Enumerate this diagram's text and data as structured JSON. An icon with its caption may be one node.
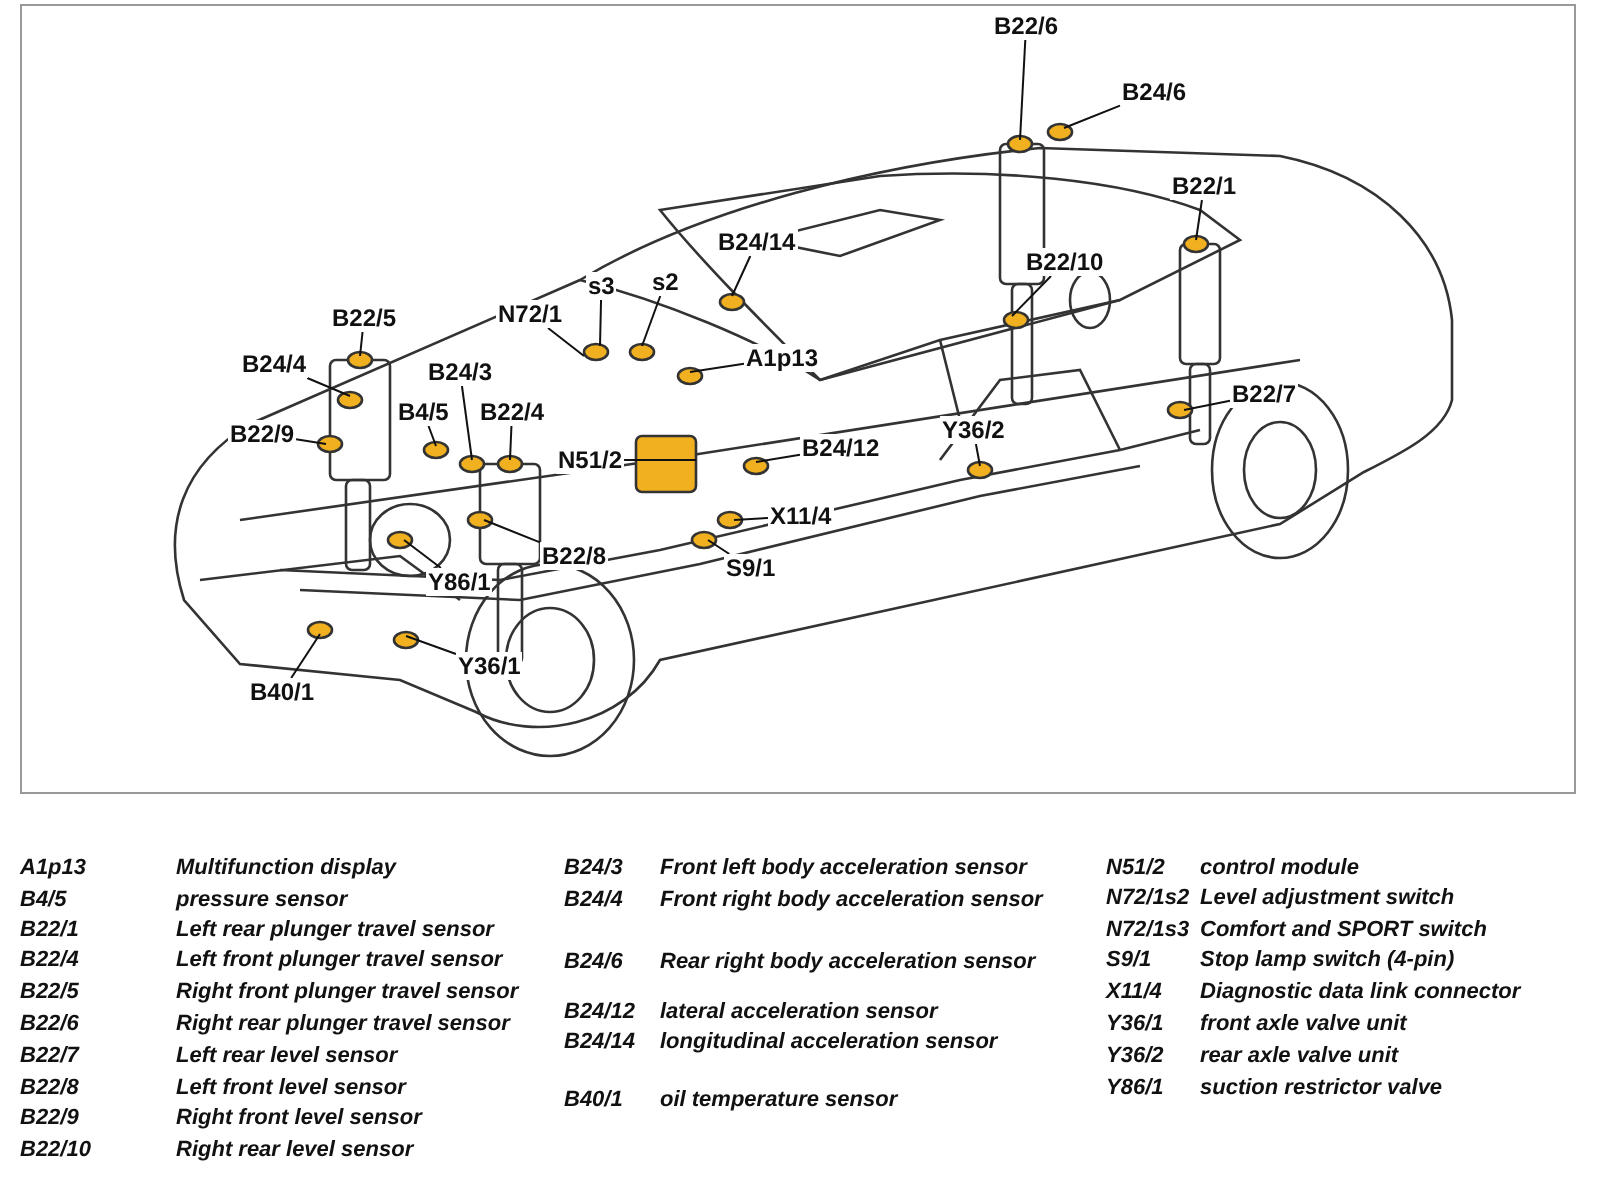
{
  "diagram": {
    "nodes": [
      {
        "text": [
          "B22/6"
        ]
      },
      {
        "text": [
          "B24/6"
        ]
      },
      {
        "text": [
          "B22/1"
        ]
      },
      {
        "text": [
          "B22/10"
        ]
      },
      {
        "text": [
          "s3"
        ]
      },
      {
        "text": [
          "s2"
        ]
      },
      {
        "text": [
          "B24/14"
        ]
      },
      {
        "text": [
          "N72/1"
        ]
      },
      {
        "text": [
          "B22/5"
        ]
      },
      {
        "text": [
          "A1p13"
        ]
      },
      {
        "text": [
          "B24/4"
        ]
      },
      {
        "text": [
          "B24/3"
        ]
      },
      {
        "text": [
          "B22/7"
        ]
      },
      {
        "text": [
          "B22/4"
        ]
      },
      {
        "text": [
          "B4/5"
        ]
      },
      {
        "text": [
          "Y36/2"
        ]
      },
      {
        "text": [
          "B22/9"
        ]
      },
      {
        "text": [
          "B24/12"
        ]
      },
      {
        "text": [
          "N51/2"
        ]
      },
      {
        "text": [
          "X11/4"
        ]
      },
      {
        "text": [
          "B22/8"
        ]
      },
      {
        "text": [
          "S9/1"
        ]
      },
      {
        "text": [
          "Y86/1"
        ]
      },
      {
        "text": [
          "Y36/1"
        ]
      },
      {
        "text": [
          "B40/1"
        ]
      }
    ],
    "edges": [
      {
        "from": 0,
        "to": null,
        "arrow": "none"
      },
      {
        "from": 1,
        "to": null,
        "arrow": "none"
      },
      {
        "from": 2,
        "to": null,
        "arrow": "none"
      },
      {
        "from": 3,
        "to": null,
        "arrow": "none"
      },
      {
        "from": 4,
        "to": null,
        "arrow": "none"
      },
      {
        "from": 5,
        "to": null,
        "arrow": "none"
      },
      {
        "from": 6,
        "to": null,
        "arrow": "none"
      },
      {
        "from": 7,
        "to": null,
        "arrow": "none"
      },
      {
        "from": 8,
        "to": null,
        "arrow": "none"
      },
      {
        "from": 9,
        "to": null,
        "arrow": "none"
      },
      {
        "from": 10,
        "to": null,
        "arrow": "none"
      },
      {
        "from": 11,
        "to": null,
        "arrow": "none"
      },
      {
        "from": 12,
        "to": null,
        "arrow": "none"
      },
      {
        "from": 13,
        "to": null,
        "arrow": "none"
      },
      {
        "from": 14,
        "to": null,
        "arrow": "none"
      },
      {
        "from": 15,
        "to": null,
        "arrow": "none"
      },
      {
        "from": 16,
        "to": null,
        "arrow": "none"
      },
      {
        "from": 17,
        "to": null,
        "arrow": "none"
      },
      {
        "from": 18,
        "to": null,
        "arrow": "none"
      },
      {
        "from": 19,
        "to": null,
        "arrow": "none"
      },
      {
        "from": 20,
        "to": null,
        "arrow": "none"
      },
      {
        "from": 21,
        "to": null,
        "arrow": "none"
      },
      {
        "from": 22,
        "to": null,
        "arrow": "none"
      },
      {
        "from": 23,
        "to": null,
        "arrow": "none"
      },
      {
        "from": 24,
        "to": null,
        "arrow": "none"
      }
    ],
    "labels": [
      "A1p13",
      "Multifunction display",
      "B4/5",
      "pressure sensor",
      "B22/1",
      "Left rear plunger travel sensor",
      "B22/4",
      "Left front plunger travel sensor",
      "B22/5",
      "Right front plunger travel sensor",
      "B22/6",
      "Right rear plunger travel sensor",
      "B22/7",
      "Left rear level sensor",
      "B22/8",
      "Left front level sensor",
      "B22/9",
      "Right front level sensor",
      "B22/10",
      "Right rear level sensor",
      "B24/3",
      "Front left body acceleration sensor",
      "B24/4",
      "Front right body acceleration sensor",
      "B24/6",
      "Rear right body acceleration sensor",
      "B24/12",
      "lateral acceleration sensor",
      "B24/14",
      "longitudinal acceleration sensor",
      "B40/1",
      "oil temperature sensor",
      "N51/2",
      "control module",
      "N72/1s2",
      "Level adjustment switch",
      "N72/1s3",
      "Comfort and SPORT switch",
      "S9/1",
      "Stop lamp switch (4-pin)",
      "X11/4",
      "Diagnostic data link connector",
      "Y36/1",
      "front axle valve unit",
      "Y36/2",
      "rear axle valve unit",
      "Y86/1",
      "suction restrictor valve"
    ]
  }
}
